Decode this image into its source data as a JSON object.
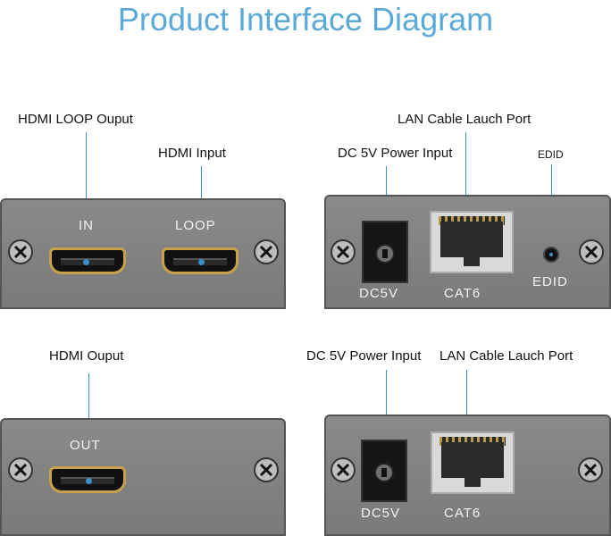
{
  "title": "Product Interface Diagram",
  "callouts": {
    "hdmi_loop_output": "HDMI LOOP Ouput",
    "hdmi_input": "HDMI Input",
    "lan_port_top": "LAN Cable Lauch Port",
    "dc_power_top": "DC 5V Power Input",
    "edid": "EDID",
    "hdmi_output": "HDMI Ouput",
    "dc_power_bottom": "DC 5V Power Input",
    "lan_port_bottom": "LAN Cable Lauch Port"
  },
  "port_labels": {
    "in": "IN",
    "loop": "LOOP",
    "dc5v_top": "DC5V",
    "cat6_top": "CAT6",
    "edid": "EDID",
    "out": "OUT",
    "dc5v_bottom": "DC5V",
    "cat6_bottom": "CAT6"
  },
  "colors": {
    "title": "#5aa9d6",
    "leader": "#3b8fc6",
    "panel": "#808080",
    "hdmi_trim": "#c8a24a"
  }
}
